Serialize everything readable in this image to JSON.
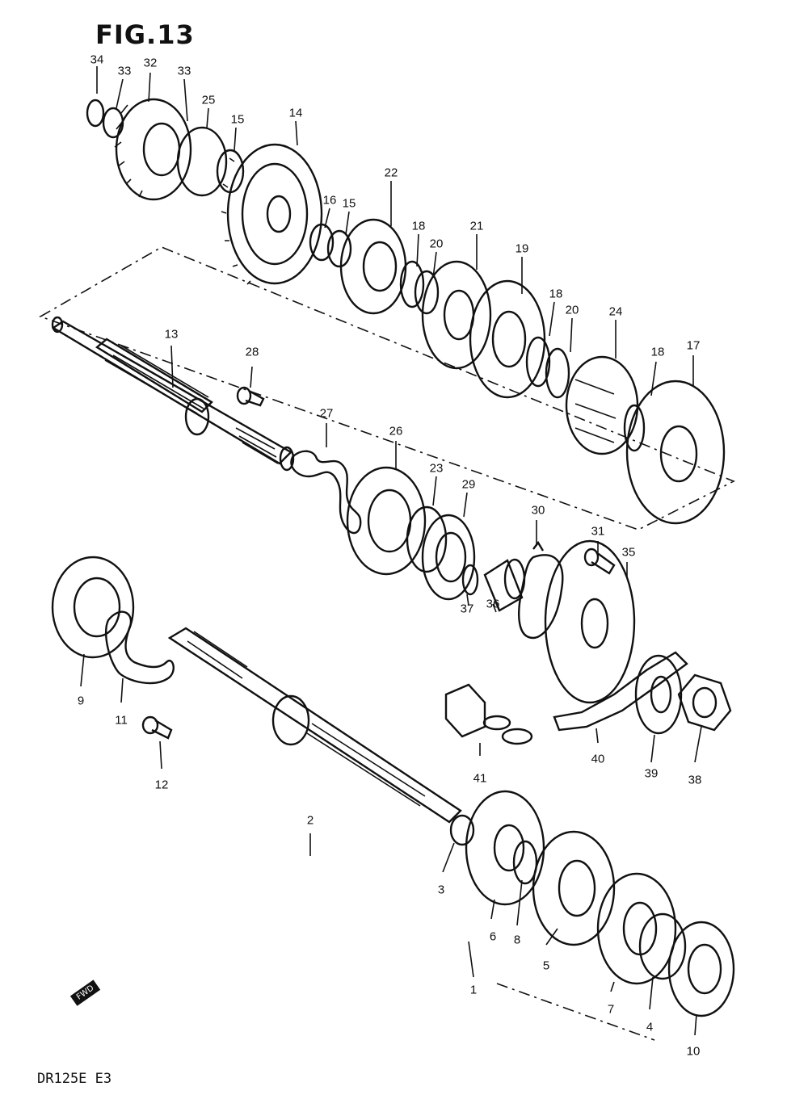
{
  "figure": {
    "title": "FIG.13",
    "model_code": "DR125E E3",
    "forward_marker": "FWD"
  },
  "labels": [
    {
      "id": "34",
      "text": "34"
    },
    {
      "id": "33a",
      "text": "33"
    },
    {
      "id": "32",
      "text": "32"
    },
    {
      "id": "33b",
      "text": "33"
    },
    {
      "id": "25",
      "text": "25"
    },
    {
      "id": "15a",
      "text": "15"
    },
    {
      "id": "14",
      "text": "14"
    },
    {
      "id": "16",
      "text": "16"
    },
    {
      "id": "15b",
      "text": "15"
    },
    {
      "id": "22",
      "text": "22"
    },
    {
      "id": "18a",
      "text": "18"
    },
    {
      "id": "20a",
      "text": "20"
    },
    {
      "id": "21",
      "text": "21"
    },
    {
      "id": "19",
      "text": "19"
    },
    {
      "id": "18b",
      "text": "18"
    },
    {
      "id": "20b",
      "text": "20"
    },
    {
      "id": "24",
      "text": "24"
    },
    {
      "id": "18c",
      "text": "18"
    },
    {
      "id": "17",
      "text": "17"
    },
    {
      "id": "13",
      "text": "13"
    },
    {
      "id": "28",
      "text": "28"
    },
    {
      "id": "27",
      "text": "27"
    },
    {
      "id": "26",
      "text": "26"
    },
    {
      "id": "23",
      "text": "23"
    },
    {
      "id": "29",
      "text": "29"
    },
    {
      "id": "30",
      "text": "30"
    },
    {
      "id": "31",
      "text": "31"
    },
    {
      "id": "35",
      "text": "35"
    },
    {
      "id": "37",
      "text": "37"
    },
    {
      "id": "36",
      "text": "36"
    },
    {
      "id": "9",
      "text": "9"
    },
    {
      "id": "11",
      "text": "11"
    },
    {
      "id": "12",
      "text": "12"
    },
    {
      "id": "2",
      "text": "2"
    },
    {
      "id": "41",
      "text": "41"
    },
    {
      "id": "40",
      "text": "40"
    },
    {
      "id": "39",
      "text": "39"
    },
    {
      "id": "38",
      "text": "38"
    },
    {
      "id": "3",
      "text": "3"
    },
    {
      "id": "6",
      "text": "6"
    },
    {
      "id": "8",
      "text": "8"
    },
    {
      "id": "5",
      "text": "5"
    },
    {
      "id": "1",
      "text": "1"
    },
    {
      "id": "7",
      "text": "7"
    },
    {
      "id": "4",
      "text": "4"
    },
    {
      "id": "10",
      "text": "10"
    }
  ]
}
